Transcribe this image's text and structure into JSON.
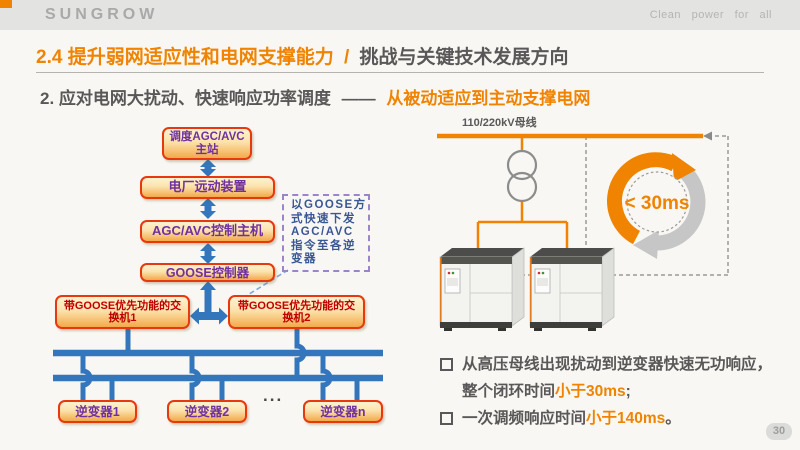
{
  "header": {
    "logo": "SUNGROW",
    "tagline": "Clean  power  for  all"
  },
  "title": {
    "section": "2.4 提升弱网适应性和电网支撑能力",
    "sep": "/",
    "rest": "挑战与关键技术发展方向"
  },
  "subtitle": {
    "prefix": "2. 应对电网大扰动、快速响应功率调度",
    "dash": "——",
    "highlight": "从被动适应到主动支撑电网"
  },
  "flow": {
    "box1_l1": "调度AGC/AVC",
    "box1_l2": "主站",
    "box2": "电厂远动装置",
    "box3": "AGC/AVC控制主机",
    "box4": "GOOSE控制器",
    "sw1_l1": "带GOOSE优先功能的交",
    "sw1_l2": "换机1",
    "sw2_l1": "带GOOSE优先功能的交",
    "sw2_l2": "换机2",
    "inv1": "逆变器1",
    "inv2": "逆变器2",
    "invn": "逆变器n",
    "dots": "...",
    "note_lines": [
      "以GOOSE方",
      "式快速下发",
      "AGC/AVC",
      "指令至各逆",
      "变器"
    ]
  },
  "diagram": {
    "bus_label": "110/220kV母线",
    "cycle_time": "< 30ms"
  },
  "bullets": {
    "b1_line1": "从高压母线出现扰动到逆变器快速无功响应，",
    "b1_line2_prefix": "整个闭环时间",
    "b1_line2_highlight": "小于30ms",
    "b1_line2_suffix": ";",
    "b2_prefix": "一次调频响应时间",
    "b2_highlight": "小于140ms",
    "b2_suffix": "。"
  },
  "page_number": "30",
  "colors": {
    "accent_orange": "#F08300",
    "arrow_blue": "#3376BC",
    "box_border_red": "#E8380D",
    "box_text_purple": "#7030A0",
    "box_text_red": "#C00000",
    "gray_text": "#595757"
  }
}
